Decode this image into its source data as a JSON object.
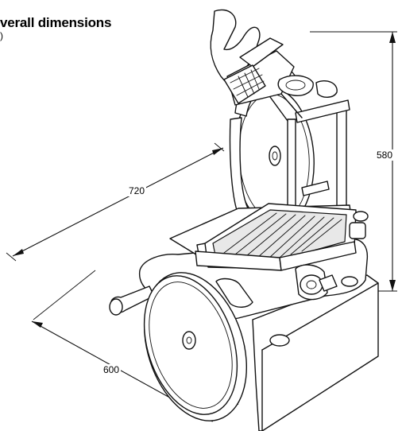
{
  "heading": {
    "title": "verall dimensions",
    "subtitle": ")"
  },
  "dimensions": [
    {
      "id": "depth",
      "label": "720"
    },
    {
      "id": "width",
      "label": "600"
    },
    {
      "id": "height",
      "label": "580"
    }
  ]
}
